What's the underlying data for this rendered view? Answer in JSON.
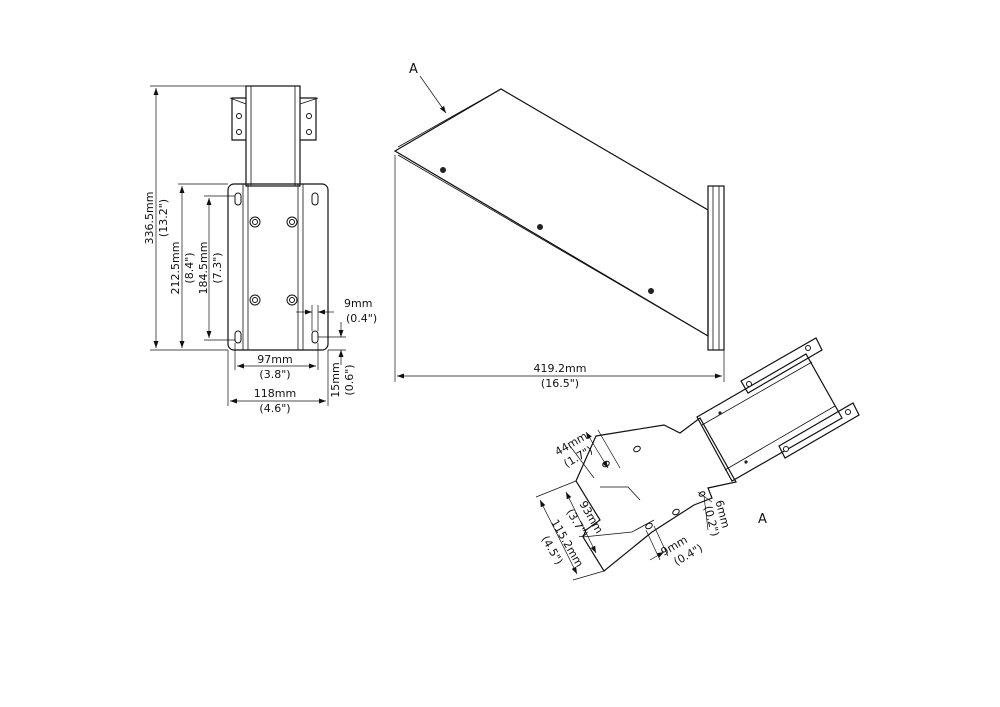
{
  "front_view": {
    "height_total_mm": "336.5mm",
    "height_total_in": "(13.2\")",
    "height_plate_mm": "212.5mm",
    "height_plate_in": "(8.4\")",
    "hole_spacing_mm": "184.5mm",
    "hole_spacing_in": "(7.3\")",
    "slot_width_mm": "9mm",
    "slot_width_in": "(0.4\")",
    "slot_offset_mm": "15mm",
    "slot_offset_in": "(0.6\")",
    "hole_width_mm": "97mm",
    "hole_width_in": "(3.8\")",
    "plate_width_mm": "118mm",
    "plate_width_in": "(4.6\")"
  },
  "side_view": {
    "label": "A",
    "length_mm": "419.2mm",
    "length_in": "(16.5\")"
  },
  "detail_view": {
    "label": "A",
    "dim_44_mm": "44mm",
    "dim_44_in": "(1.7\")",
    "dim_93_mm": "93mm",
    "dim_93_in": "(3.7\")",
    "dim_115_mm": "115.2mm",
    "dim_115_in": "(4.5\")",
    "dim_9_mm": "9mm",
    "dim_9_in": "(0.4\")",
    "dim_6_mm": "6mm",
    "dim_6_in": "(0.2\")"
  }
}
